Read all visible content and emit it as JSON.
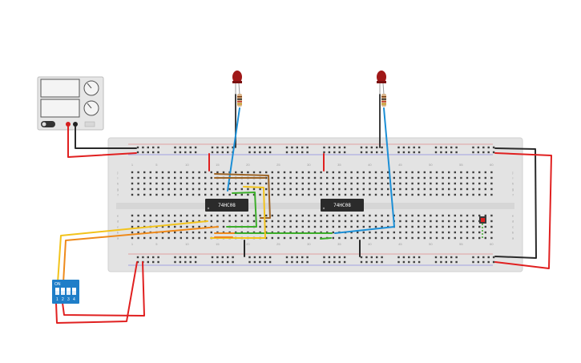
{
  "workspace": {
    "background": "#ffffff",
    "board_color": "#e3e3e3",
    "hole_color": "#3f3f3f"
  },
  "breadboard": {
    "column_numbers": [
      "1",
      "5",
      "10",
      "15",
      "20",
      "25",
      "30",
      "35",
      "40",
      "45",
      "50",
      "55",
      "60"
    ],
    "row_letters_top": [
      "j",
      "i",
      "h",
      "g",
      "f"
    ],
    "row_letters_bottom": [
      "e",
      "d",
      "c",
      "b",
      "a"
    ]
  },
  "chips": [
    {
      "label": "74HC08"
    },
    {
      "label": "74HC08"
    }
  ],
  "dip_switch": {
    "label": "ON",
    "positions": [
      "1",
      "2",
      "3",
      "4"
    ],
    "color": "#1f7ec8"
  },
  "power_supply": {
    "color": "#e6e6e6"
  },
  "leds": [
    {
      "color": "#a01818"
    },
    {
      "color": "#a01818"
    }
  ],
  "wires": {
    "red": "#e02020",
    "black": "#2a2a2a",
    "blue": "#1c8fd6",
    "green": "#3dae2b",
    "yellow": "#f2c31c",
    "orange": "#ee8a1b",
    "brown": "#9c6426"
  }
}
